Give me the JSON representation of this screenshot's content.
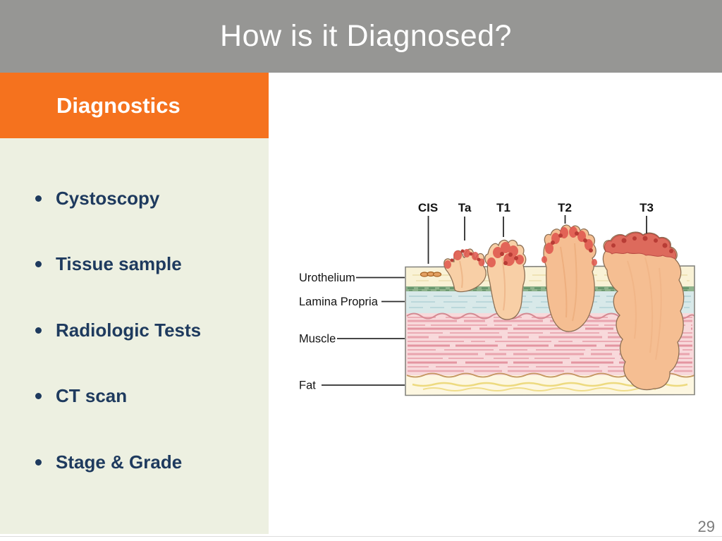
{
  "slide": {
    "title": "How is it Diagnosed?",
    "page_number": "29"
  },
  "sidebar": {
    "heading": "Diagnostics",
    "items": [
      {
        "label": "Cystoscopy"
      },
      {
        "label": "Tissue sample"
      },
      {
        "label": "Radiologic Tests"
      },
      {
        "label": "CT scan"
      },
      {
        "label": "Stage & Grade"
      }
    ]
  },
  "diagram": {
    "stage_labels": [
      "CIS",
      "Ta",
      "T1",
      "T2",
      "T3"
    ],
    "layer_labels": [
      "Urothelium",
      "Lamina Propria",
      "Muscle",
      "Fat"
    ]
  },
  "colors": {
    "header_gray": "#969694",
    "accent_orange": "#F5721E",
    "sidebar_bg": "#EDF0E1",
    "bullet_navy": "#1E3A5E",
    "page_number_gray": "#7b7b7b"
  }
}
